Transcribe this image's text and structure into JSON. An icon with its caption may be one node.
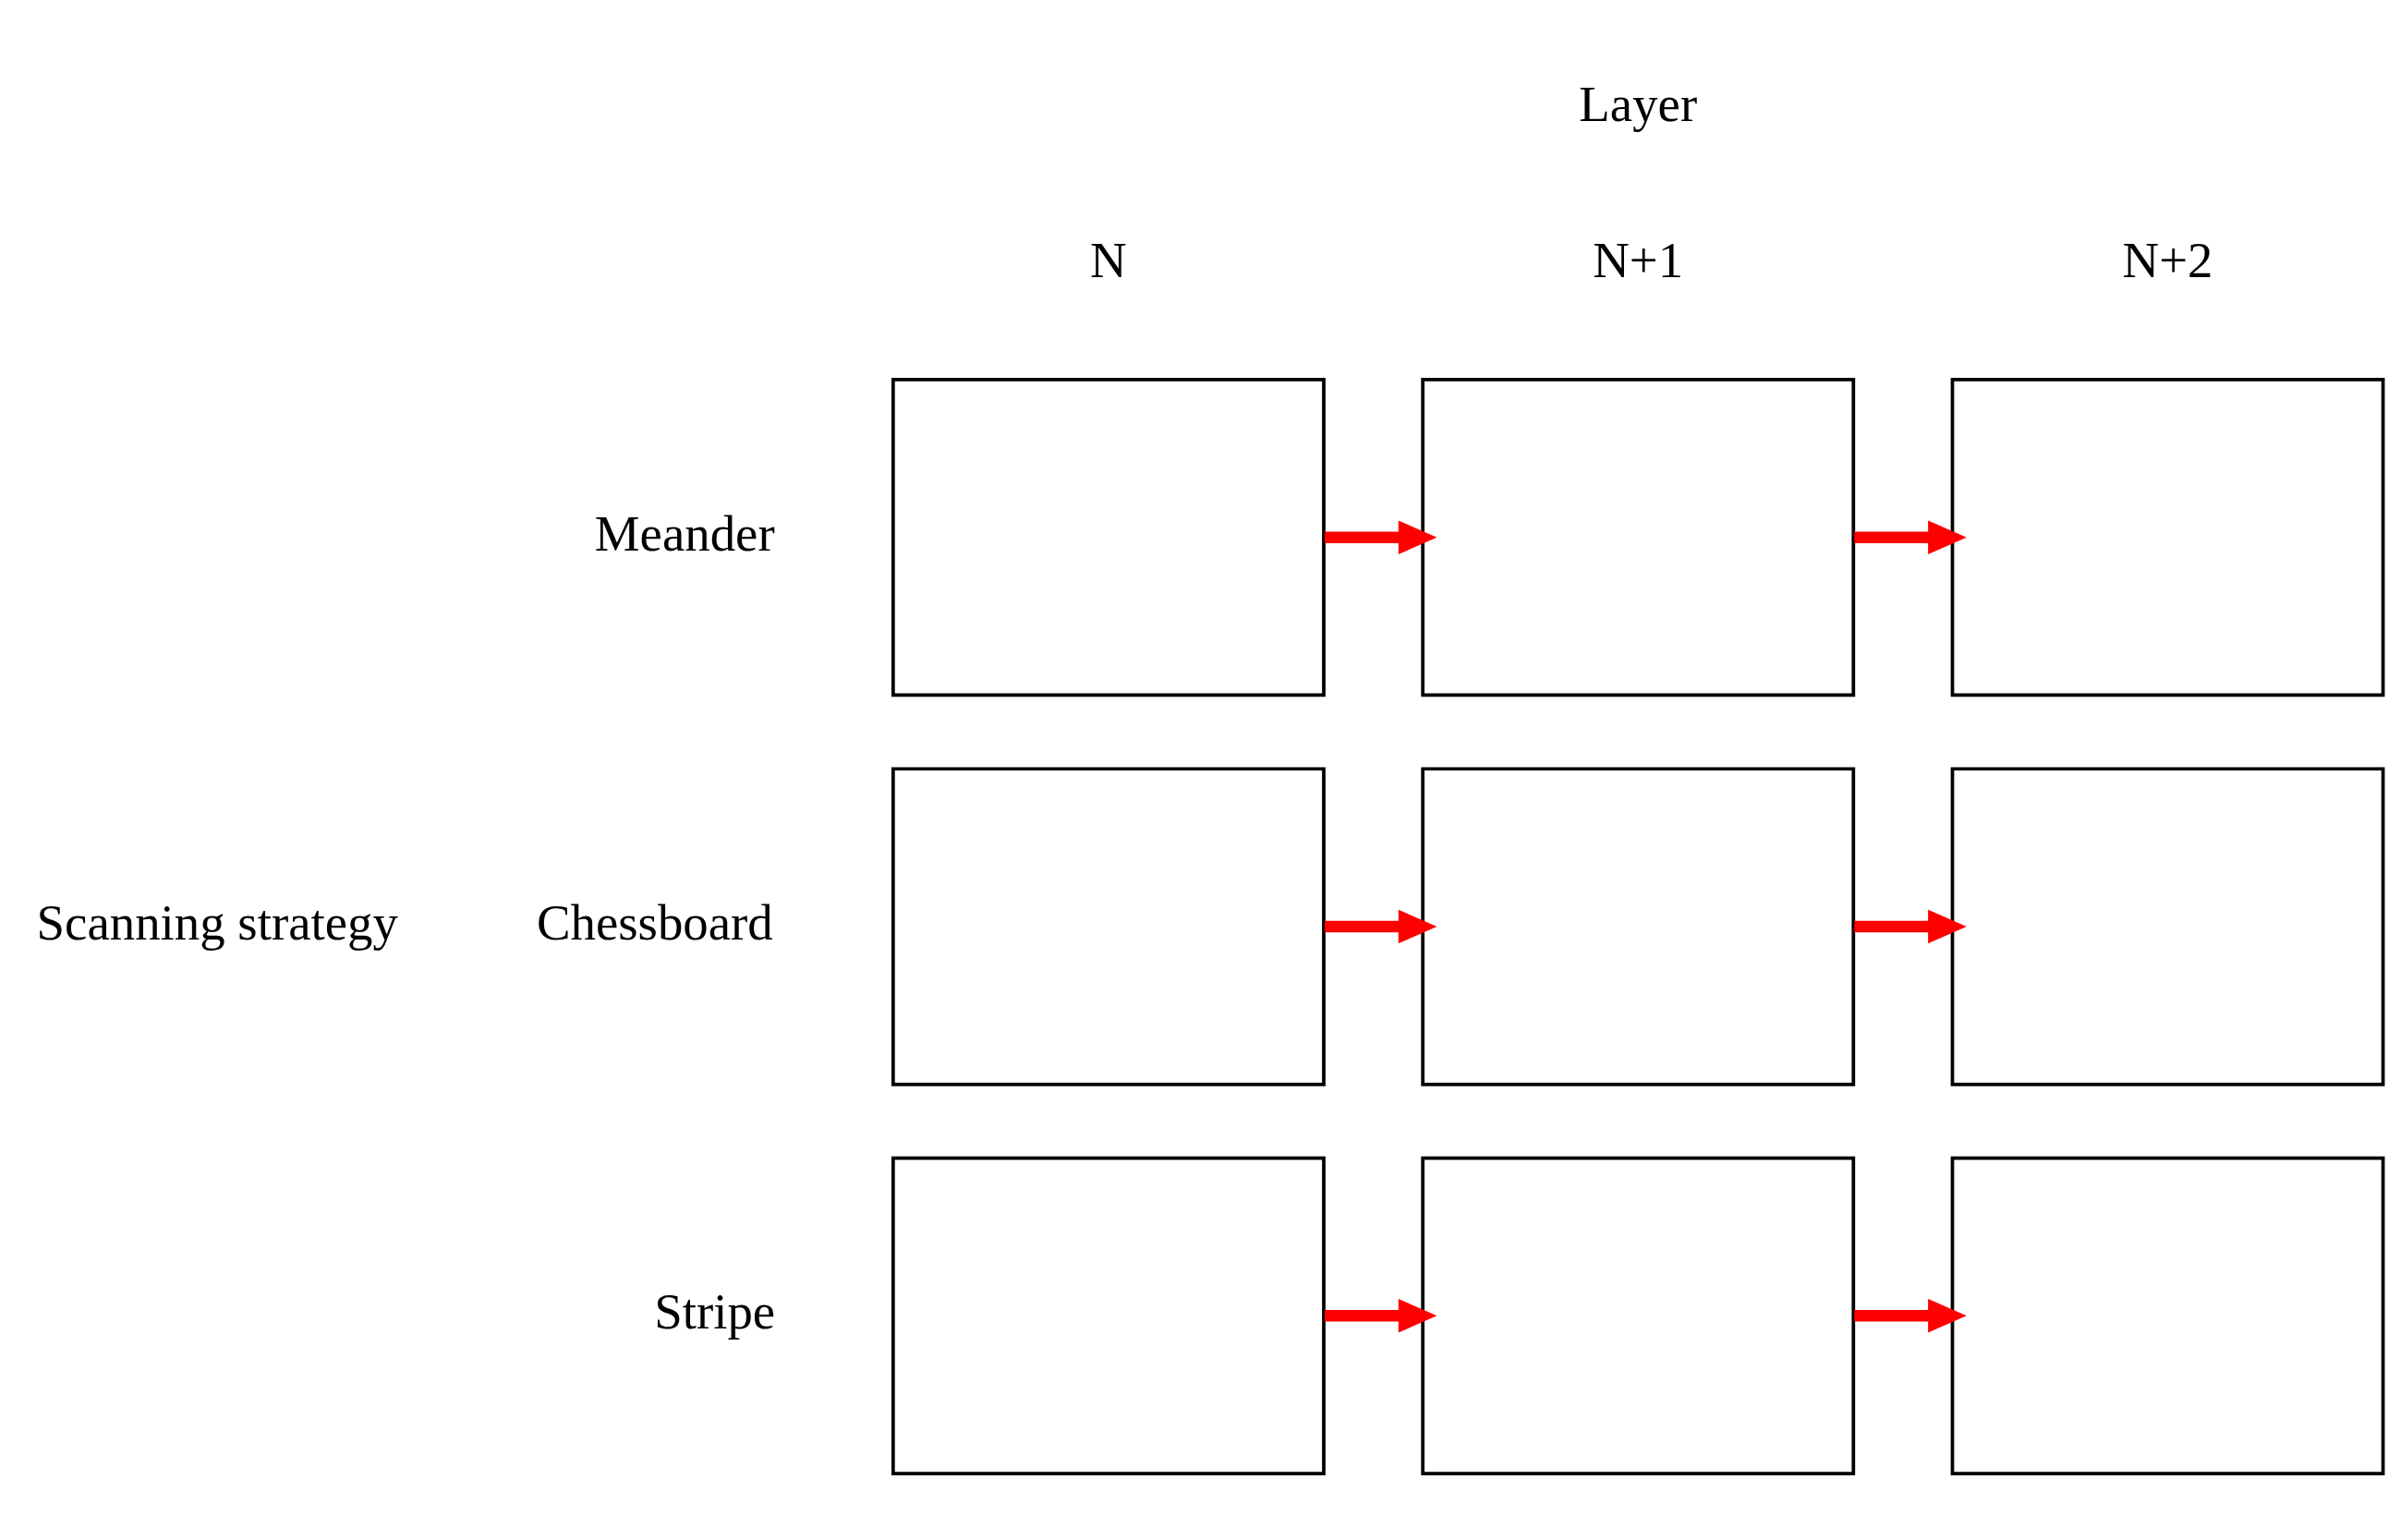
{
  "diagram": {
    "nodes": [
      {
        "text": [],
        "shape": "box"
      },
      {
        "text": [],
        "shape": "box"
      },
      {
        "text": [],
        "shape": "box"
      },
      {
        "text": [],
        "shape": "box"
      },
      {
        "text": [],
        "shape": "box"
      },
      {
        "text": [],
        "shape": "box"
      },
      {
        "text": [],
        "shape": "box"
      },
      {
        "text": [],
        "shape": "box"
      },
      {
        "text": [],
        "shape": "box"
      }
    ],
    "edges": [
      {
        "from": 0,
        "to": 1,
        "arrow": "to",
        "color": "#ff0000"
      },
      {
        "from": 1,
        "to": 2,
        "arrow": "to",
        "color": "#ff0000"
      },
      {
        "from": 3,
        "to": 4,
        "arrow": "to",
        "color": "#ff0000"
      },
      {
        "from": 4,
        "to": 5,
        "arrow": "to",
        "color": "#ff0000"
      },
      {
        "from": 6,
        "to": 7,
        "arrow": "to",
        "color": "#ff0000"
      },
      {
        "from": 7,
        "to": 8,
        "arrow": "to",
        "color": "#ff0000"
      }
    ],
    "labels": [
      "Layer",
      "N",
      "N+1",
      "N+2",
      "Scanning strategy",
      "Meander",
      "Chessboard",
      "Stripe"
    ]
  }
}
